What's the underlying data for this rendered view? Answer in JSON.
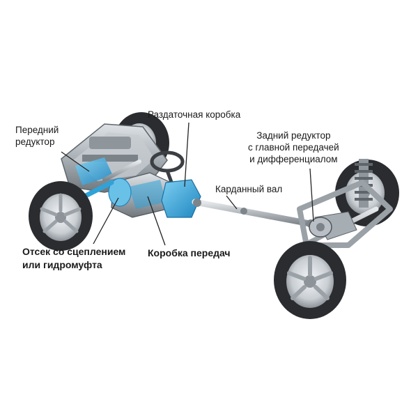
{
  "labels": {
    "front_reducer": [
      "Передний",
      "редуктор"
    ],
    "transfer_case": "Раздаточная коробка",
    "rear_reducer": [
      "Задний редуктор",
      "с главной передачей",
      "и дифференциалом"
    ],
    "driveshaft": "Карданный вал",
    "clutch_compartment": [
      "Отсек со сцеплением",
      "или гидромуфта"
    ],
    "gearbox": "Коробка передач"
  },
  "colors": {
    "text": "#1a1a1a",
    "leader": "#222222",
    "highlight": "#2fa3d8",
    "metal": "#aeb4ba",
    "tire": "#2a2c2f"
  }
}
